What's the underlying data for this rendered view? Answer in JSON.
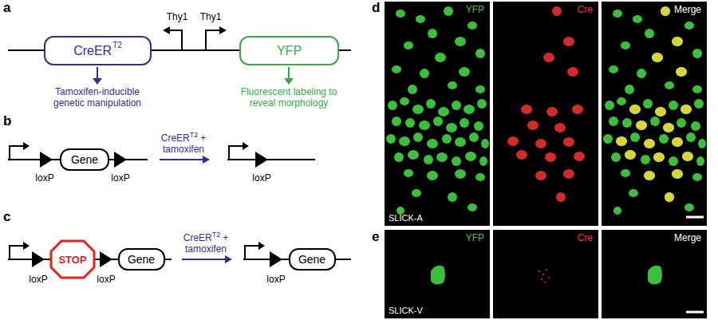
{
  "diagram": {
    "nodes": [
      {
        "text": [
          "CreER",
          "T2"
        ]
      },
      {
        "text": [
          "YFP"
        ]
      },
      {
        "text": [
          "Gene"
        ]
      },
      {
        "text": [
          "STOP"
        ]
      },
      {
        "text": [
          "Gene"
        ]
      },
      {
        "text": [
          "Gene"
        ]
      },
      {
        "text": [
          "YFP",
          "SLICK-A"
        ]
      },
      {
        "text": [
          "Cre"
        ]
      },
      {
        "text": [
          "Merge"
        ]
      },
      {
        "text": [
          "YFP",
          "SLICK-V"
        ]
      },
      {
        "text": [
          "Cre"
        ]
      },
      {
        "text": [
          "Merge"
        ]
      }
    ],
    "labels": [
      "a",
      "Thy1",
      "Thy1",
      "Tamoxifen-inducible genetic manipulation",
      "Fluorescent labeling to reveal morphology",
      "b",
      "loxP",
      "loxP",
      "CreER",
      "T2",
      "+",
      "tamoxifen",
      "loxP",
      "c",
      "loxP",
      "loxP",
      "CreER",
      "T2",
      "+",
      "tamoxifen",
      "loxP",
      "d",
      "e"
    ]
  }
}
